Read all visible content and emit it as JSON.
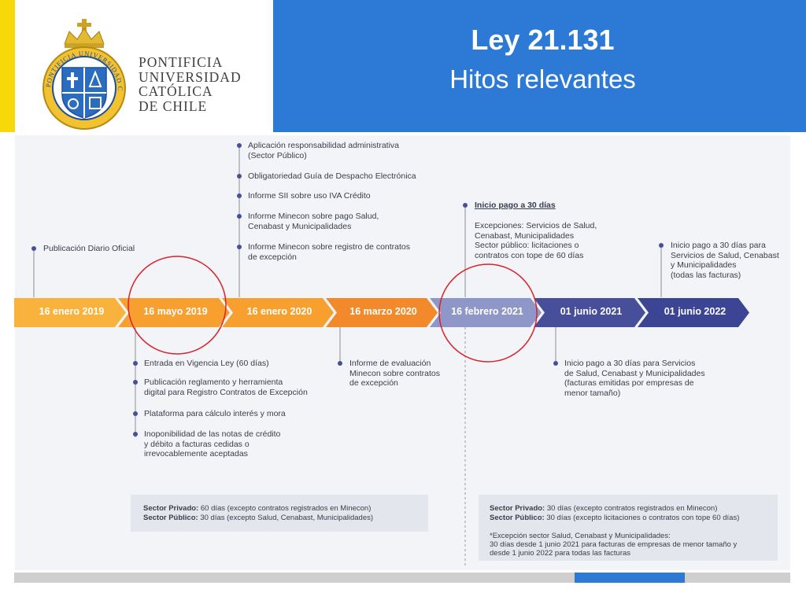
{
  "header": {
    "title": "Ley 21.131",
    "subtitle": "Hitos relevantes",
    "logo_lines": [
      "PONTIFICIA",
      "UNIVERSIDAD",
      "CATÓLICA",
      "DE CHILE"
    ],
    "seal_ring_text": "PONTIFICIA UNIVERSIDAD CATÓLICA DE CHILE"
  },
  "colors": {
    "accent_blue": "#2d7ad6",
    "accent_yellow": "#f7d90a",
    "orange_light": "#f9b33c",
    "orange": "#f7a02f",
    "orange_dark": "#f28a2b",
    "lavender": "#8e97c8",
    "navy": "#474f9a",
    "navy_dark": "#3c4593",
    "circle_red": "#d9232d"
  },
  "timeline": {
    "milestones": [
      {
        "label": "16 enero 2019",
        "color": "#f9b33c"
      },
      {
        "label": "16 mayo 2019",
        "color": "#f7a02f"
      },
      {
        "label": "16 enero 2020",
        "color": "#f7a02f"
      },
      {
        "label": "16 marzo 2020",
        "color": "#f28a2b"
      },
      {
        "label": "16 febrero 2021",
        "color": "#8e97c8"
      },
      {
        "label": "01 junio 2021",
        "color": "#474f9a"
      },
      {
        "label": "01 junio 2022",
        "color": "#3c4593"
      }
    ]
  },
  "notes": {
    "pub_diario": "Publicación Diario Oficial",
    "enero2020": [
      [
        "Aplicación responsabilidad administrativa",
        "(Sector Público)"
      ],
      [
        "Obligatoriedad Guía de Despacho Electrónica"
      ],
      [
        "Informe SII sobre uso IVA Crédito"
      ],
      [
        "Informe Minecon sobre pago Salud,",
        "Cenabast y Municipalidades"
      ],
      [
        "Informe Minecon sobre registro de contratos",
        "de excepción"
      ]
    ],
    "mayo2019": [
      [
        "Entrada en Vigencia Ley (60 días)"
      ],
      [
        "Publicación reglamento y herramienta",
        "digital para Registro Contratos de Excepción"
      ],
      [
        "Plataforma para cálculo interés y mora"
      ],
      [
        "Inoponibilidad de las notas de crédito",
        "y débito a facturas cedidas o",
        "irrevocablemente aceptadas"
      ]
    ],
    "marzo2020": [
      "Informe de evaluación",
      "Minecon sobre contratos",
      "de excepción"
    ],
    "feb2021": {
      "heading": "Inicio pago a 30 días",
      "body": [
        "Excepciones: Servicios de Salud,",
        "Cenabast, Municipalidades",
        "Sector público: licitaciones o",
        "contratos con tope de 60 días"
      ]
    },
    "junio2021": [
      "Inicio pago a 30 días para Servicios",
      "de Salud, Cenabast y Municipalidades",
      "(facturas emitidas por empresas de",
      "menor tamaño)"
    ],
    "junio2022": [
      "Inicio pago a 30 días para",
      "Servicios de Salud, Cenabast",
      "y Municipalidades",
      "(todas las facturas)"
    ]
  },
  "boxes": {
    "left": {
      "privado_label": "Sector Privado:",
      "privado_text": " 60 días (excepto contratos registrados en Minecon)",
      "publico_label": "Sector Público:",
      "publico_text": " 30 días (excepto Salud, Cenabast, Municipalidades)"
    },
    "right": {
      "privado_label": "Sector Privado:",
      "privado_text": " 30 días (excepto contratos registrados en Minecon)",
      "publico_label": "Sector Público:",
      "publico_text": " 30 días (excepto licitaciones o contratos con tope 60 días)",
      "footnote": [
        "*Excepción sector Salud, Cenabast y Municipalidades:",
        "30 días desde 1 junio 2021 para facturas de empresas de menor tamaño y",
        "desde 1 junio 2022 para todas las facturas"
      ]
    }
  }
}
